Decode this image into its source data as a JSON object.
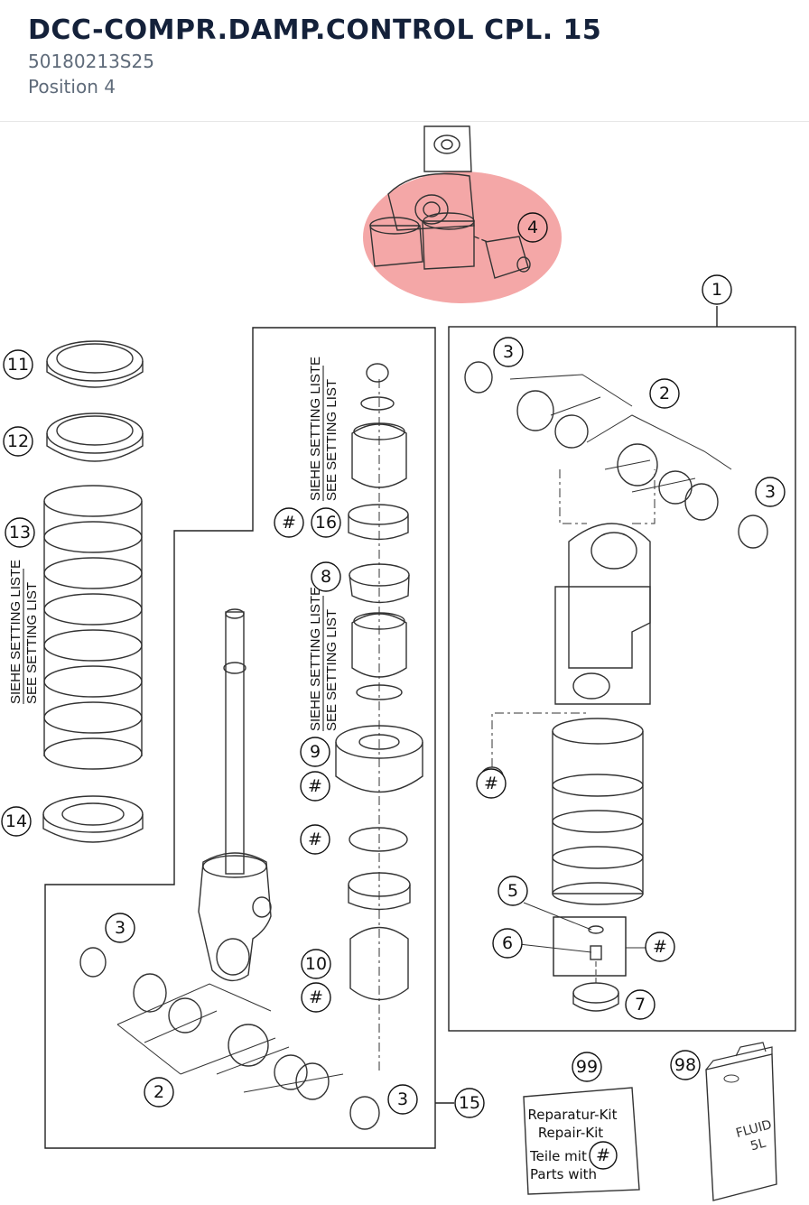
{
  "header": {
    "title": "DCC-COMPR.DAMP.CONTROL CPL. 15",
    "part_number": "50180213S25",
    "position": "Position 4"
  },
  "diagram": {
    "highlight_color": "#f08a8a",
    "callouts": {
      "c1": "1",
      "c2a": "2",
      "c2b": "2",
      "c3a": "3",
      "c3b": "3",
      "c3c": "3",
      "c3d": "3",
      "c4": "4",
      "c5": "5",
      "c6": "6",
      "c7": "7",
      "c8": "8",
      "c9": "9",
      "c10": "10",
      "c11": "11",
      "c12": "12",
      "c13": "13",
      "c14": "14",
      "c15": "15",
      "c16": "16",
      "c98": "98",
      "c99": "99",
      "h1": "#",
      "h2": "#",
      "h3": "#",
      "h4": "#",
      "h5": "#",
      "h6": "#",
      "h7": "#"
    },
    "setting_list": {
      "de": "SIEHE SETTING LISTE",
      "en": "SEE SETTING LIST"
    },
    "repair_kit": {
      "line1": "Reparatur-Kit",
      "line2": "Repair-Kit",
      "line3": "Teile mit",
      "line4": "Parts with"
    },
    "fluid_can": {
      "line1": "FLUID",
      "line2": "5L"
    }
  }
}
